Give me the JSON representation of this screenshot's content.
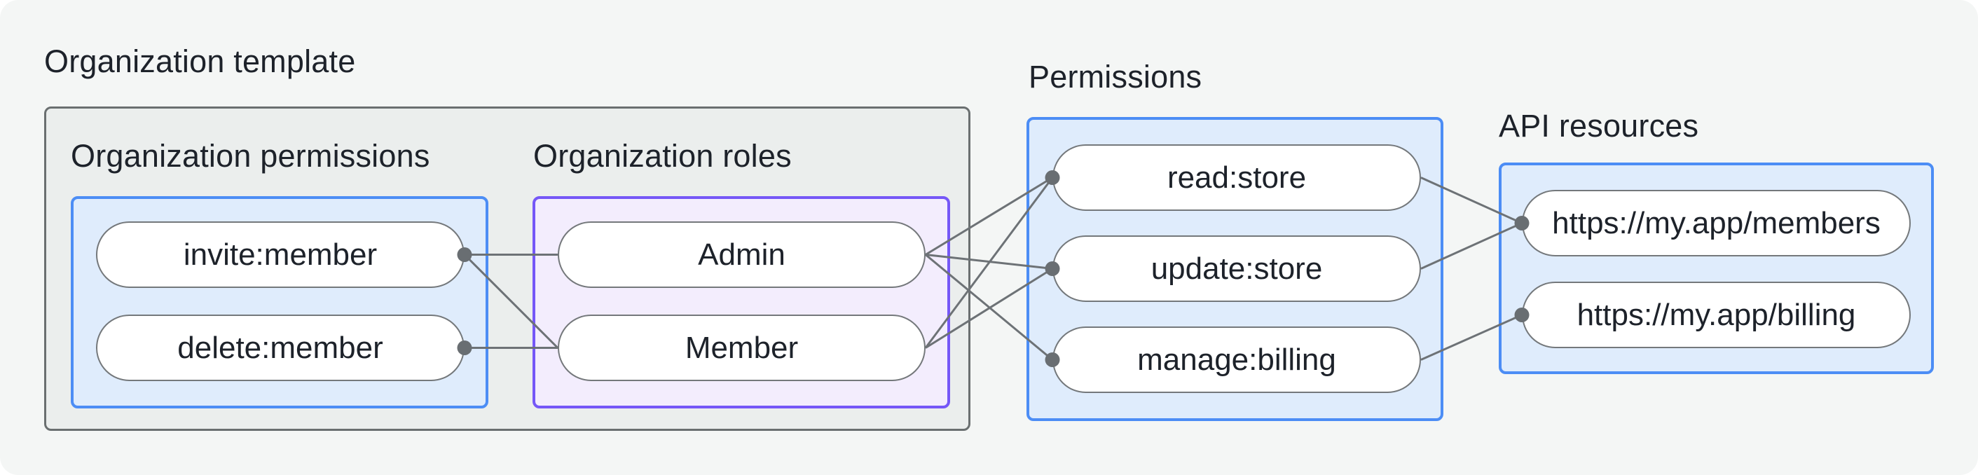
{
  "diagram": {
    "groups": [
      {
        "id": "org-template",
        "label": "Organization template"
      },
      {
        "id": "org-permissions",
        "label": "Organization permissions"
      },
      {
        "id": "org-roles",
        "label": "Organization roles"
      },
      {
        "id": "permissions",
        "label": "Permissions"
      },
      {
        "id": "api-resources",
        "label": "API resources"
      }
    ],
    "nodes": [
      {
        "id": "invite-member",
        "label": "invite:member",
        "group": "org-permissions"
      },
      {
        "id": "delete-member",
        "label": "delete:member",
        "group": "org-permissions"
      },
      {
        "id": "admin",
        "label": "Admin",
        "group": "org-roles"
      },
      {
        "id": "member",
        "label": "Member",
        "group": "org-roles"
      },
      {
        "id": "read-store",
        "label": "read:store",
        "group": "permissions"
      },
      {
        "id": "update-store",
        "label": "update:store",
        "group": "permissions"
      },
      {
        "id": "manage-billing",
        "label": "manage:billing",
        "group": "permissions"
      },
      {
        "id": "api-members",
        "label": "https://my.app/members",
        "group": "api-resources"
      },
      {
        "id": "api-billing",
        "label": "https://my.app/billing",
        "group": "api-resources"
      }
    ],
    "edges": [
      {
        "from": "invite-member",
        "to": "admin"
      },
      {
        "from": "invite-member",
        "to": "member"
      },
      {
        "from": "delete-member",
        "to": "member"
      },
      {
        "from": "admin",
        "to": "read-store"
      },
      {
        "from": "admin",
        "to": "update-store"
      },
      {
        "from": "admin",
        "to": "manage-billing"
      },
      {
        "from": "member",
        "to": "read-store"
      },
      {
        "from": "member",
        "to": "update-store"
      },
      {
        "from": "read-store",
        "to": "api-members"
      },
      {
        "from": "update-store",
        "to": "api-members"
      },
      {
        "from": "manage-billing",
        "to": "api-billing"
      }
    ],
    "dots": [
      {
        "node": "invite-member",
        "side": "right"
      },
      {
        "node": "delete-member",
        "side": "right"
      },
      {
        "node": "read-store",
        "side": "left"
      },
      {
        "node": "update-store",
        "side": "left"
      },
      {
        "node": "manage-billing",
        "side": "left"
      },
      {
        "node": "api-members",
        "side": "left"
      },
      {
        "node": "api-billing",
        "side": "left"
      }
    ],
    "colors": {
      "background": "#f4f6f5",
      "text": "#1d222a",
      "gray_fill": "#ebeeed",
      "gray_border": "#6a6f70",
      "blue_fill": "#dfecfc",
      "blue_border": "#4c8df5",
      "purple_fill": "#f3edfd",
      "purple_border": "#7557f7",
      "pill_border": "#74787b",
      "connector": "#6d7276",
      "dot": "#696e72"
    },
    "style": {
      "line_width": 3,
      "dot_radius": 10.5
    }
  }
}
